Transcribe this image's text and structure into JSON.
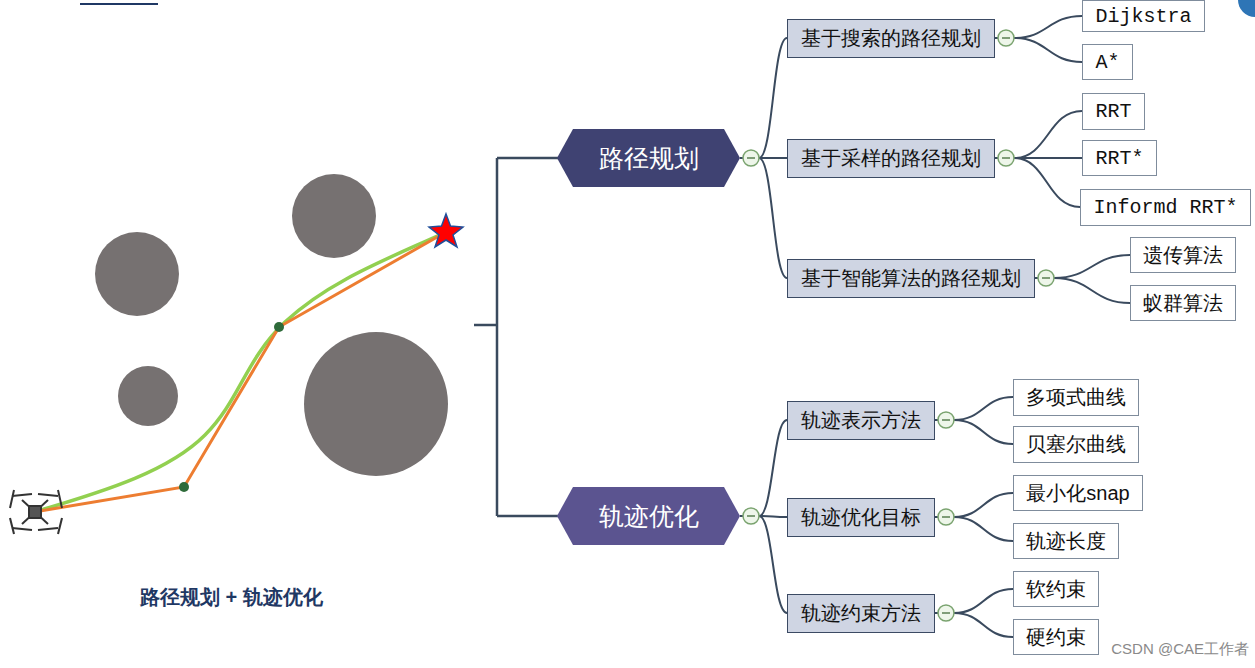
{
  "diagram": {
    "caption": "路径规划 + 轨迹优化",
    "nodes": [
      {
        "text": [
          "路径规划"
        ]
      },
      {
        "text": [
          "基于搜索的路径规划"
        ]
      },
      {
        "text": [
          "Dijkstra"
        ]
      },
      {
        "text": [
          "A*"
        ]
      },
      {
        "text": [
          "基于采样的路径规划"
        ]
      },
      {
        "text": [
          "RRT"
        ]
      },
      {
        "text": [
          "RRT*"
        ]
      },
      {
        "text": [
          "Informd RRT*"
        ]
      },
      {
        "text": [
          "基于智能算法的路径规划"
        ]
      },
      {
        "text": [
          "遗传算法"
        ]
      },
      {
        "text": [
          "蚁群算法"
        ]
      },
      {
        "text": [
          "轨迹优化"
        ]
      },
      {
        "text": [
          "轨迹表示方法"
        ]
      },
      {
        "text": [
          "多项式曲线"
        ]
      },
      {
        "text": [
          "贝塞尔曲线"
        ]
      },
      {
        "text": [
          "轨迹优化目标"
        ]
      },
      {
        "text": [
          "最小化snap"
        ]
      },
      {
        "text": [
          "轨迹长度"
        ]
      },
      {
        "text": [
          "轨迹约束方法"
        ]
      },
      {
        "text": [
          "软约束"
        ]
      },
      {
        "text": [
          "硬约束"
        ]
      }
    ],
    "edges": [
      {
        "from": 0,
        "to": 1,
        "arrow": "none"
      },
      {
        "from": 1,
        "to": 2,
        "arrow": "none"
      },
      {
        "from": 1,
        "to": 3,
        "arrow": "none"
      },
      {
        "from": 0,
        "to": 4,
        "arrow": "none"
      },
      {
        "from": 4,
        "to": 5,
        "arrow": "none"
      },
      {
        "from": 4,
        "to": 6,
        "arrow": "none"
      },
      {
        "from": 4,
        "to": 7,
        "arrow": "none"
      },
      {
        "from": 0,
        "to": 8,
        "arrow": "none"
      },
      {
        "from": 8,
        "to": 9,
        "arrow": "none"
      },
      {
        "from": 8,
        "to": 10,
        "arrow": "none"
      },
      {
        "from": 11,
        "to": 12,
        "arrow": "none"
      },
      {
        "from": 12,
        "to": 13,
        "arrow": "none"
      },
      {
        "from": 12,
        "to": 14,
        "arrow": "none"
      },
      {
        "from": 11,
        "to": 15,
        "arrow": "none"
      },
      {
        "from": 15,
        "to": 16,
        "arrow": "none"
      },
      {
        "from": 15,
        "to": 17,
        "arrow": "none"
      },
      {
        "from": 11,
        "to": 18,
        "arrow": "none"
      },
      {
        "from": 18,
        "to": 19,
        "arrow": "none"
      },
      {
        "from": 18,
        "to": 20,
        "arrow": "none"
      }
    ],
    "labels": [
      "CSDN @CAE工作者"
    ]
  }
}
